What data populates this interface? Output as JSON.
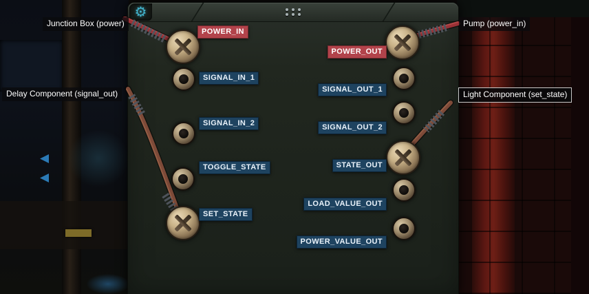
{
  "toolbar": {
    "gear_icon": "⚙"
  },
  "pins": {
    "inputs": [
      {
        "label": "POWER_IN",
        "kind": "power",
        "connected": true
      },
      {
        "label": "SIGNAL_IN_1",
        "kind": "signal",
        "connected": false
      },
      {
        "label": "SIGNAL_IN_2",
        "kind": "signal",
        "connected": false
      },
      {
        "label": "TOGGLE_STATE",
        "kind": "signal",
        "connected": false
      },
      {
        "label": "SET_STATE",
        "kind": "signal",
        "connected": true
      }
    ],
    "outputs": [
      {
        "label": "POWER_OUT",
        "kind": "power",
        "connected": true
      },
      {
        "label": "SIGNAL_OUT_1",
        "kind": "signal",
        "connected": false
      },
      {
        "label": "SIGNAL_OUT_2",
        "kind": "signal",
        "connected": false
      },
      {
        "label": "STATE_OUT",
        "kind": "signal",
        "connected": true
      },
      {
        "label": "LOAD_VALUE_OUT",
        "kind": "signal",
        "connected": false
      },
      {
        "label": "POWER_VALUE_OUT",
        "kind": "signal",
        "connected": false
      }
    ]
  },
  "tooltips": {
    "junction_box": "Junction Box (power)",
    "pump": "Pump (power_in)",
    "delay_component": "Delay Component (signal_out)",
    "light_component": "Light Component (set_state)"
  },
  "colors": {
    "power_label_bg": "#b2434b",
    "signal_label_bg": "#1e4360",
    "gear_icon": "#43b3cc",
    "wire_power": "#9b3136",
    "wire_signal": "#7d4a38",
    "panel_bg": "#20261f"
  }
}
